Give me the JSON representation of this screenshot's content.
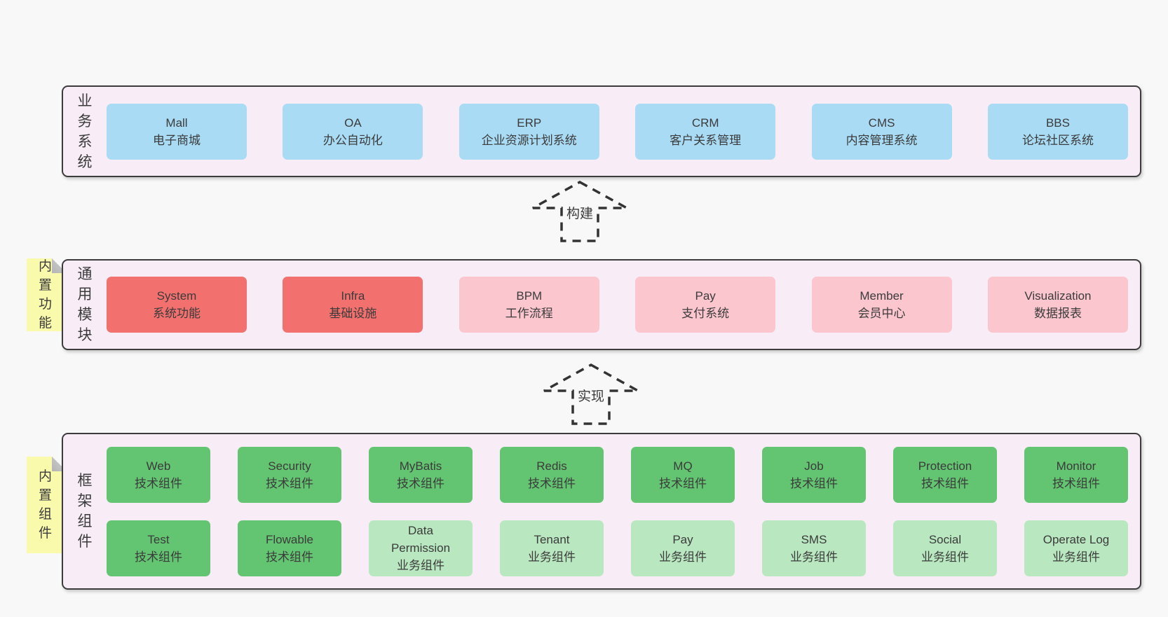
{
  "colors": {
    "page_background": "#f8f8f8",
    "band_background": "#f8edf6",
    "band_border": "#3c3c3c",
    "note_background": "#fafaad",
    "note_fold": "#c2c2c2",
    "arrow_stroke": "#333333",
    "text": "#3b3b3b",
    "box": {
      "blue": "#a9dbf4",
      "red": "#f2706e",
      "pink": "#fcc6cf",
      "green_dark": "#63c471",
      "green_light": "#b9e7c0"
    }
  },
  "arrows": [
    {
      "label": "构建"
    },
    {
      "label": "实现"
    }
  ],
  "layers": [
    {
      "id": "business",
      "side_label": "业务系统",
      "corner_note": null,
      "rows": [
        [
          {
            "title": "Mall",
            "subtitle": "电子商城",
            "variant": "blue"
          },
          {
            "title": "OA",
            "subtitle": "办公自动化",
            "variant": "blue"
          },
          {
            "title": "ERP",
            "subtitle": "企业资源计划系统",
            "variant": "blue"
          },
          {
            "title": "CRM",
            "subtitle": "客户关系管理",
            "variant": "blue"
          },
          {
            "title": "CMS",
            "subtitle": "内容管理系统",
            "variant": "blue"
          },
          {
            "title": "BBS",
            "subtitle": "论坛社区系统",
            "variant": "blue"
          }
        ]
      ]
    },
    {
      "id": "modules",
      "side_label": "通用模块",
      "corner_note": "内置功能",
      "rows": [
        [
          {
            "title": "System",
            "subtitle": "系统功能",
            "variant": "red"
          },
          {
            "title": "Infra",
            "subtitle": "基础设施",
            "variant": "red"
          },
          {
            "title": "BPM",
            "subtitle": "工作流程",
            "variant": "pink"
          },
          {
            "title": "Pay",
            "subtitle": "支付系统",
            "variant": "pink"
          },
          {
            "title": "Member",
            "subtitle": "会员中心",
            "variant": "pink"
          },
          {
            "title": "Visualization",
            "subtitle": "数据报表",
            "variant": "pink"
          }
        ]
      ]
    },
    {
      "id": "components",
      "side_label": "框架组件",
      "corner_note": "内置组件",
      "rows": [
        [
          {
            "title": "Web",
            "subtitle": "技术组件",
            "variant": "green_dark"
          },
          {
            "title": "Security",
            "subtitle": "技术组件",
            "variant": "green_dark"
          },
          {
            "title": "MyBatis",
            "subtitle": "技术组件",
            "variant": "green_dark"
          },
          {
            "title": "Redis",
            "subtitle": "技术组件",
            "variant": "green_dark"
          },
          {
            "title": "MQ",
            "subtitle": "技术组件",
            "variant": "green_dark"
          },
          {
            "title": "Job",
            "subtitle": "技术组件",
            "variant": "green_dark"
          },
          {
            "title": "Protection",
            "subtitle": "技术组件",
            "variant": "green_dark"
          },
          {
            "title": "Monitor",
            "subtitle": "技术组件",
            "variant": "green_dark"
          }
        ],
        [
          {
            "title": "Test",
            "subtitle": "技术组件",
            "variant": "green_dark"
          },
          {
            "title": "Flowable",
            "subtitle": "技术组件",
            "variant": "green_dark"
          },
          {
            "title": "Data Permission",
            "subtitle": "业务组件",
            "variant": "green_light"
          },
          {
            "title": "Tenant",
            "subtitle": "业务组件",
            "variant": "green_light"
          },
          {
            "title": "Pay",
            "subtitle": "业务组件",
            "variant": "green_light"
          },
          {
            "title": "SMS",
            "subtitle": "业务组件",
            "variant": "green_light"
          },
          {
            "title": "Social",
            "subtitle": "业务组件",
            "variant": "green_light"
          },
          {
            "title": "Operate Log",
            "subtitle": "业务组件",
            "variant": "green_light"
          }
        ]
      ]
    }
  ]
}
